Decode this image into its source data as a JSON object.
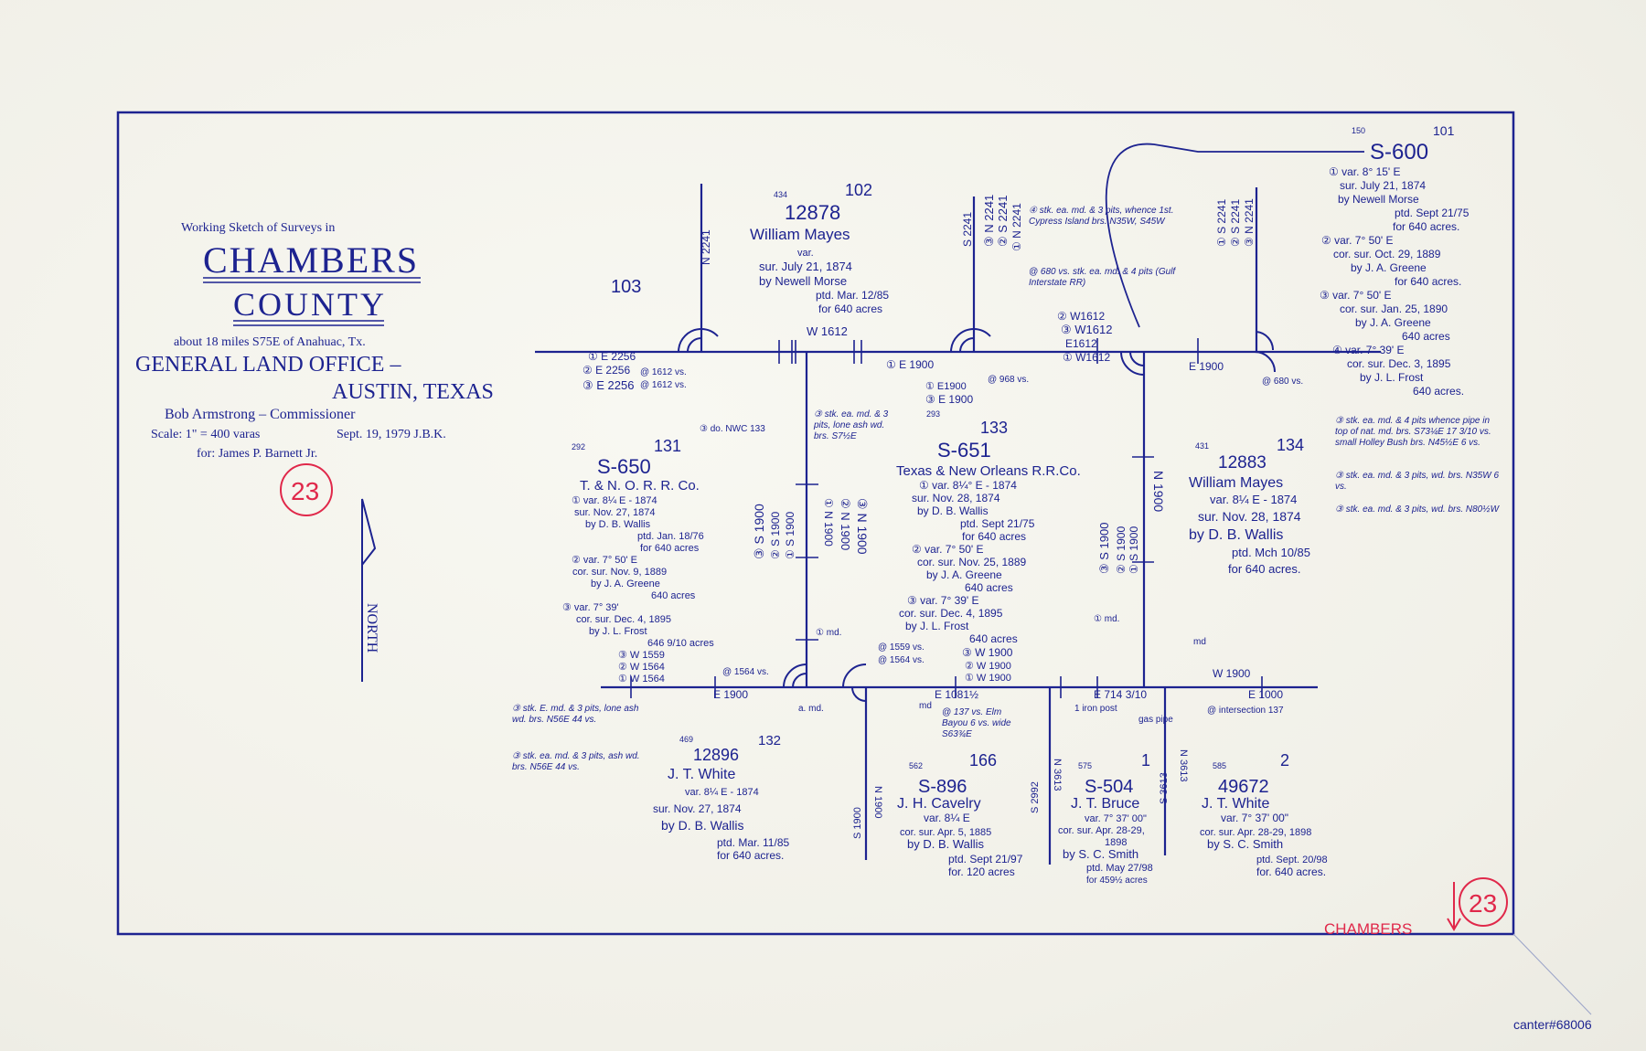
{
  "title_block": {
    "line1": "Working Sketch of Surveys in",
    "county_name": "CHAMBERS",
    "county_word": "COUNTY",
    "location": "about 18 miles S75E of Anahuac, Tx.",
    "office": "GENERAL LAND OFFICE –",
    "city": "AUSTIN, TEXAS",
    "commissioner": "Bob Armstrong – Commissioner",
    "scale": "Scale: 1\" = 400 varas",
    "date": "Sept. 19, 1979 J.B.K.",
    "for": "for: James P. Barnett Jr."
  },
  "north_label": "NORTH",
  "sheet_number": "23",
  "red_county_stamp": "CHAMBERS",
  "catalog_note": "canter#68006",
  "colors": {
    "ink": "#1d2390",
    "red_pencil": "#e0284a",
    "paper": "#f4f3ec"
  },
  "tracts": [
    {
      "id": "103",
      "lines": [
        "103"
      ]
    },
    {
      "id": "102",
      "lines": [
        "434",
        "102",
        "12878",
        "William Mayes",
        "var.",
        "sur. July 21, 1874",
        "by Newell Morse",
        "ptd. Mar. 12/85",
        "for 640 acres"
      ]
    },
    {
      "id": "101",
      "lines": [
        "150",
        "101",
        "S-600",
        "① var. 8° 15' E",
        "sur. July 21, 1874",
        "by Newell Morse",
        "ptd. Sept 21/75",
        "for 640 acres.",
        "② var. 7° 50' E",
        "cor. sur. Oct. 29, 1889",
        "by J. A. Greene",
        "for 640 acres.",
        "③ var. 7° 50' E",
        "cor. sur. Jan. 25, 1890",
        "by J. A. Greene",
        "640 acres",
        "④ var. 7° 39' E",
        "cor. sur. Dec. 3, 1895",
        "by J. L. Frost",
        "640 acres."
      ]
    },
    {
      "id": "131",
      "lines": [
        "292",
        "131",
        "S-650",
        "T. & N. O. R. R. Co.",
        "① var. 8¼ E - 1874",
        "sur. Nov. 27, 1874",
        "by D. B. Wallis",
        "ptd. Jan. 18/76",
        "for 640 acres",
        "② var. 7° 50' E",
        "cor. sur. Nov. 9, 1889",
        "by J. A. Greene",
        "640 acres",
        "③ var. 7° 39'",
        "cor. sur. Dec. 4, 1895",
        "by J. L. Frost",
        "646 9/10 acres",
        "③ W 1559",
        "② W 1564",
        "① W 1564"
      ]
    },
    {
      "id": "133",
      "lines": [
        "293",
        "133",
        "S-651",
        "Texas & New Orleans R.R.Co.",
        "① var. 8¼° E - 1874",
        "sur. Nov. 28, 1874",
        "by D. B. Wallis",
        "ptd. Sept 21/75",
        "for 640 acres",
        "② var. 7° 50' E",
        "cor. sur. Nov. 25, 1889",
        "by J. A. Greene",
        "640 acres",
        "③ var. 7° 39' E",
        "cor. sur. Dec. 4, 1895",
        "by J. L. Frost",
        "640 acres"
      ]
    },
    {
      "id": "134",
      "lines": [
        "431",
        "134",
        "12883",
        "William Mayes",
        "var. 8¼ E - 1874",
        "sur. Nov. 28, 1874",
        "by D. B. Wallis",
        "ptd. Mch 10/85",
        "for 640 acres."
      ]
    },
    {
      "id": "132",
      "lines": [
        "469",
        "132",
        "12896",
        "J. T. White",
        "var. 8¼ E - 1874",
        "sur. Nov. 27, 1874",
        "by D. B. Wallis",
        "ptd. Mar. 11/85",
        "for 640 acres."
      ]
    },
    {
      "id": "166",
      "lines": [
        "562",
        "166",
        "S-896",
        "J. H. Cavelry",
        "var. 8¼ E",
        "cor. sur. Apr. 5, 1885",
        "by D. B. Wallis",
        "ptd. Sept 21/97",
        "for. 120 acres"
      ]
    },
    {
      "id": "1",
      "lines": [
        "575",
        "1",
        "S-504",
        "J. T. Bruce",
        "var. 7° 37' 00\"",
        "cor. sur. Apr. 28-29,",
        "1898",
        "by S. C. Smith",
        "ptd. May 27/98",
        "for 459½ acres"
      ]
    },
    {
      "id": "2",
      "lines": [
        "585",
        "2",
        "49672",
        "J. T. White",
        "var. 7° 37' 00\"",
        "cor. sur. Apr. 28-29, 1898",
        "by S. C. Smith",
        "ptd. Sept. 20/98",
        "for. 640 acres."
      ]
    }
  ],
  "line_labels": [
    "① E 2256",
    "② E 2256",
    "③ E 2256",
    "W 1612",
    "① E 1900",
    "③ E 1900",
    "① E1900",
    "② W1612",
    "③ W1612",
    "E1612",
    "① W1612",
    "E 1900",
    "@ 680 vs.",
    "W 1900",
    "E 1900",
    "E 1081½",
    "E 714 3/10",
    "E 1000",
    "N 2241",
    "S 2241",
    "③ N 2241",
    "② S 2241",
    "① N 2241",
    "① S 2241",
    "② S 2241",
    "③ N 2241",
    "③ S 1900",
    "② S 1900",
    "① S 1900",
    "① N 1900",
    "② N 1900",
    "③ N 1900",
    "N 1900",
    "③ S 1900",
    "② S 1900",
    "① S 1900",
    "S 1900",
    "N 1900",
    "S 2992",
    "N 3613",
    "S 3613",
    "N 3613",
    "③ W 1900",
    "② W 1900",
    "① W 1900",
    "@ 1564 vs.",
    "@ 1559 vs.",
    "@ 1564 vs.",
    "a. md.",
    "md",
    "md",
    "① md.",
    "① md.",
    "③ do. NWC 133",
    "@ 1612 vs.",
    "@ 1612 vs.",
    "@ 968 vs.",
    "@ intersection 137",
    "1 iron post",
    "gas pipe"
  ],
  "notes": [
    "③ stk. ea. md. & 3 pits, lone ash wd. brs. S7½E",
    "③ stk. ea. md. & 4 pits whence pipe in top of nat. md. brs. S73¼E 17 3/10 vs. small Holley Bush brs. N45½E 6 vs.",
    "④ stk. ea. md. & 3 pits, whence 1st. Cypress Island brs. N35W, S45W",
    "③ stk. ea. md. & 3 pits, wd. brs. N35W 6 vs.",
    "③ stk. ea. md. & 3 pits, ash wd. brs. N56E 44 vs.",
    "③ stk. E. md. & 3 pits, lone ash wd. brs. N56E 44 vs.",
    "③ stk. ea. md. & 3 pits, wd. brs. N80½W",
    "@ 680 vs. stk. ea. md. & 4 pits (Gulf Interstate RR)",
    "@ 137 vs. Elm Bayou 6 vs. wide S63¾E"
  ]
}
